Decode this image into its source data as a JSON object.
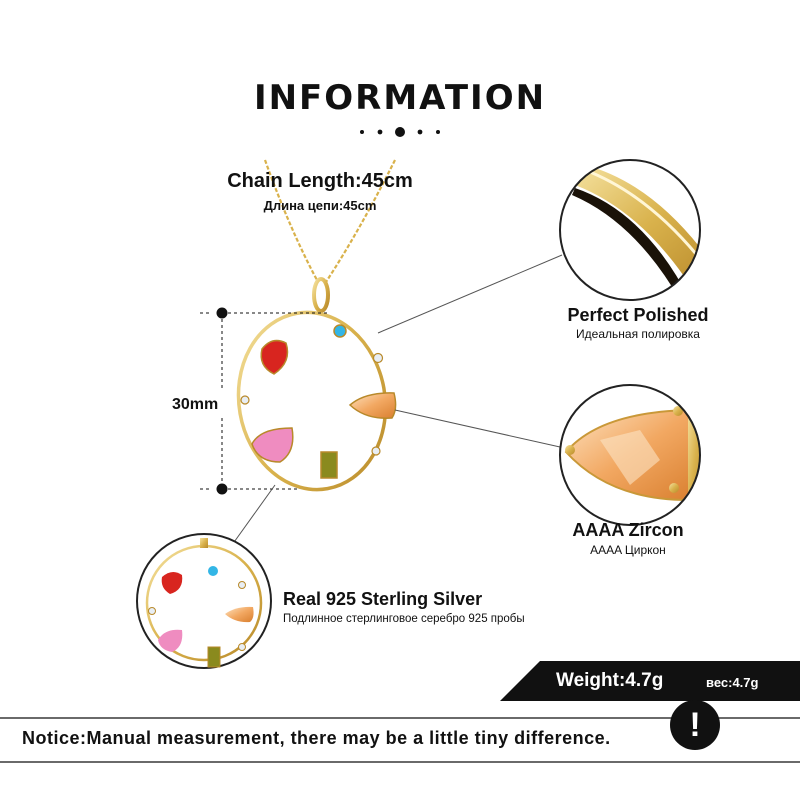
{
  "title": "INFORMATION",
  "chain": {
    "en": "Chain Length:45cm",
    "ru": "Длина цепи:45cm"
  },
  "dimension": "30mm",
  "features": [
    {
      "en": "Perfect  Polished",
      "ru": "Идеальная полировка"
    },
    {
      "en": "AAAA  Zircon",
      "ru": "AAAA Циркон"
    },
    {
      "en": "Real 925  Sterling  Silver",
      "ru": "Подлинное стерлинговое серебро 925 пробы"
    }
  ],
  "weight": {
    "en": "Weight:4.7g",
    "ru": "вес:4.7g"
  },
  "notice": {
    "text": "Notice:Manual measurement, there may be a little tiny difference.",
    "icon_symbol": "!"
  },
  "colors": {
    "gold": "#d9b24c",
    "ruby": "#d8251f",
    "aqua": "#33b6e6",
    "pink": "#ef8cc0",
    "champagne": "#f2a862",
    "olive": "#8a8a1e",
    "clear": "#e8eef4",
    "ink": "#111111"
  },
  "icons": [
    "dot-icon",
    "exclamation-icon"
  ]
}
